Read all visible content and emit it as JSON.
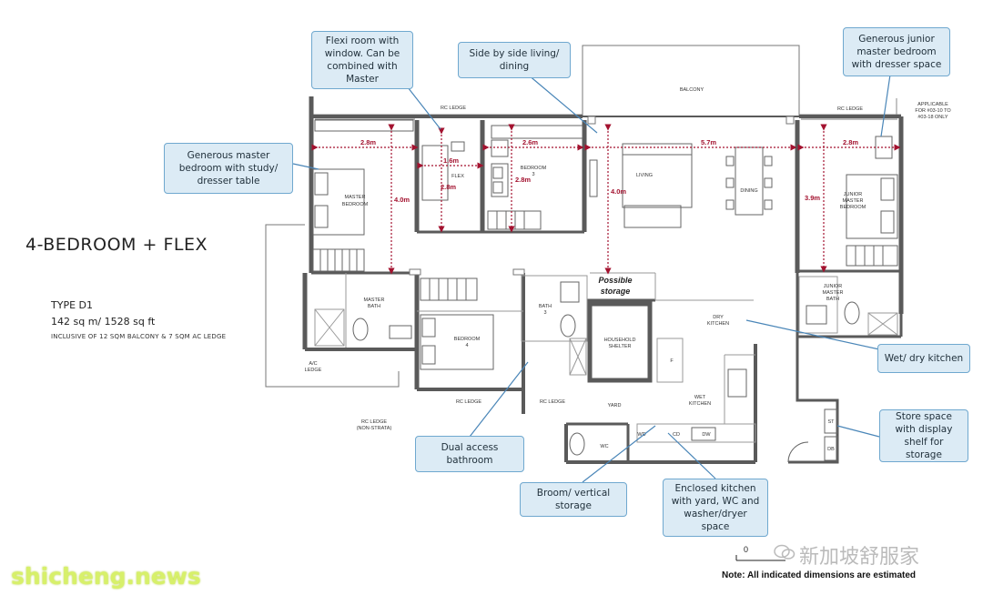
{
  "title": "4-BEDROOM + FLEX",
  "type_label": "TYPE D1",
  "area_label": "142 sq m/ 1528 sq ft",
  "inclusion_note": "INCLUSIVE OF 12 SQM BALCONY & 7 SQM AC LEDGE",
  "footer_note": "Note: All indicated dimensions are estimated",
  "scale_zero": "0",
  "watermark_left": "shicheng.news",
  "watermark_right": "新加坡舒服家",
  "callouts": {
    "flexi": "Flexi room with window. Can be combined with Master",
    "living_dining": "Side by side living/ dining",
    "junior": "Generous junior master bedroom with dresser space",
    "master": "Generous master bedroom with study/ dresser table",
    "wet_dry": "Wet/ dry kitchen",
    "store": "Store space with display shelf for storage",
    "dual_access": "Dual access bathroom",
    "broom": "Broom/ vertical storage",
    "enclosed_kitchen": "Enclosed kitchen with yard, WC and washer/dryer space"
  },
  "rooms": {
    "balcony": "BALCONY",
    "rc_ledge_top_left": "RC LEDGE",
    "rc_ledge_top_right": "RC LEDGE",
    "applicable": [
      "APPLICABLE",
      "FOR #03-10 TO",
      "#03-18 ONLY"
    ],
    "master_bedroom": [
      "MASTER",
      "BEDROOM"
    ],
    "flex": "FLEX",
    "bedroom3": [
      "BEDROOM",
      "3"
    ],
    "living": "LIVING",
    "dining": "DINING",
    "junior_master_bedroom": [
      "JUNIOR",
      "MASTER",
      "BEDROOM"
    ],
    "master_bath": [
      "MASTER",
      "BATH"
    ],
    "bedroom4": [
      "BEDROOM",
      "4"
    ],
    "bath3": [
      "BATH",
      "3"
    ],
    "possible_storage": [
      "Possible",
      "storage"
    ],
    "household_shelter": [
      "HOUSEHOLD",
      "SHELTER"
    ],
    "dry_kitchen": [
      "DRY",
      "KITCHEN"
    ],
    "junior_master_bath": [
      "JUNIOR",
      "MASTER",
      "BATH"
    ],
    "ac_ledge": [
      "A/C",
      "LEDGE"
    ],
    "rc_ledge_bottom1": "RC LEDGE",
    "rc_ledge_bottom2": "RC LEDGE",
    "rc_ledge_non_strata": [
      "RC LEDGE",
      "(NON-STRATA)"
    ],
    "yard": "YARD",
    "wet_kitchen": [
      "WET",
      "KITCHEN"
    ],
    "wc": "WC",
    "wd": "WD",
    "cd": "CD",
    "dw": "DW",
    "f": "F",
    "st": "ST",
    "db": "DB"
  },
  "dimensions": {
    "master_width": "2.8m",
    "master_depth": "4.0m",
    "flex_width": "1.6m",
    "flex_depth": "2.8m",
    "bedroom3_width": "2.6m",
    "bedroom3_depth": "2.8m",
    "living_depth": "4.0m",
    "living_dining_width": "5.7m",
    "junior_width": "2.8m",
    "junior_depth": "3.9m"
  },
  "colors": {
    "wall": "#5a5a5a",
    "dimension": "#a3122f",
    "callout_fill": "#dcebf5",
    "callout_border": "#6fa8cf",
    "watermark_left": "#d7f06a"
  }
}
